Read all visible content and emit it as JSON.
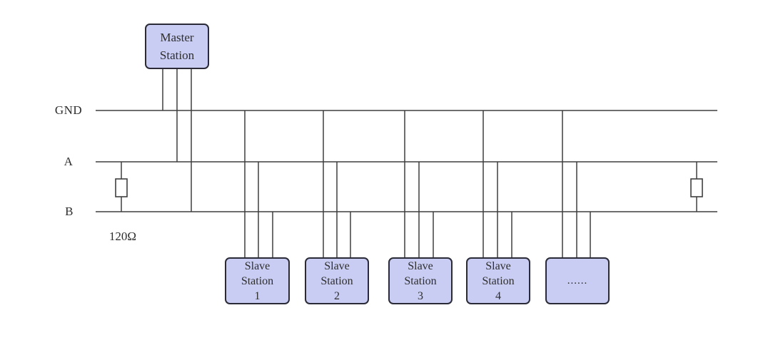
{
  "buses": {
    "gnd_label": "GND",
    "a_label": "A",
    "b_label": "B"
  },
  "termination": {
    "resistance_label": "120Ω"
  },
  "stations": {
    "master": {
      "line1": "Master",
      "line2": "Station"
    },
    "slaves": [
      {
        "line1": "Slave",
        "line2": "Station",
        "line3": "1"
      },
      {
        "line1": "Slave",
        "line2": "Station",
        "line3": "2"
      },
      {
        "line1": "Slave",
        "line2": "Station",
        "line3": "3"
      },
      {
        "line1": "Slave",
        "line2": "Station",
        "line3": "4"
      }
    ],
    "more": {
      "label": "......"
    }
  },
  "colors": {
    "box_fill": "#c9cdf3",
    "box_border": "#2b2b38",
    "wire": "#3f3f3f",
    "text": "#2e2e2e"
  }
}
